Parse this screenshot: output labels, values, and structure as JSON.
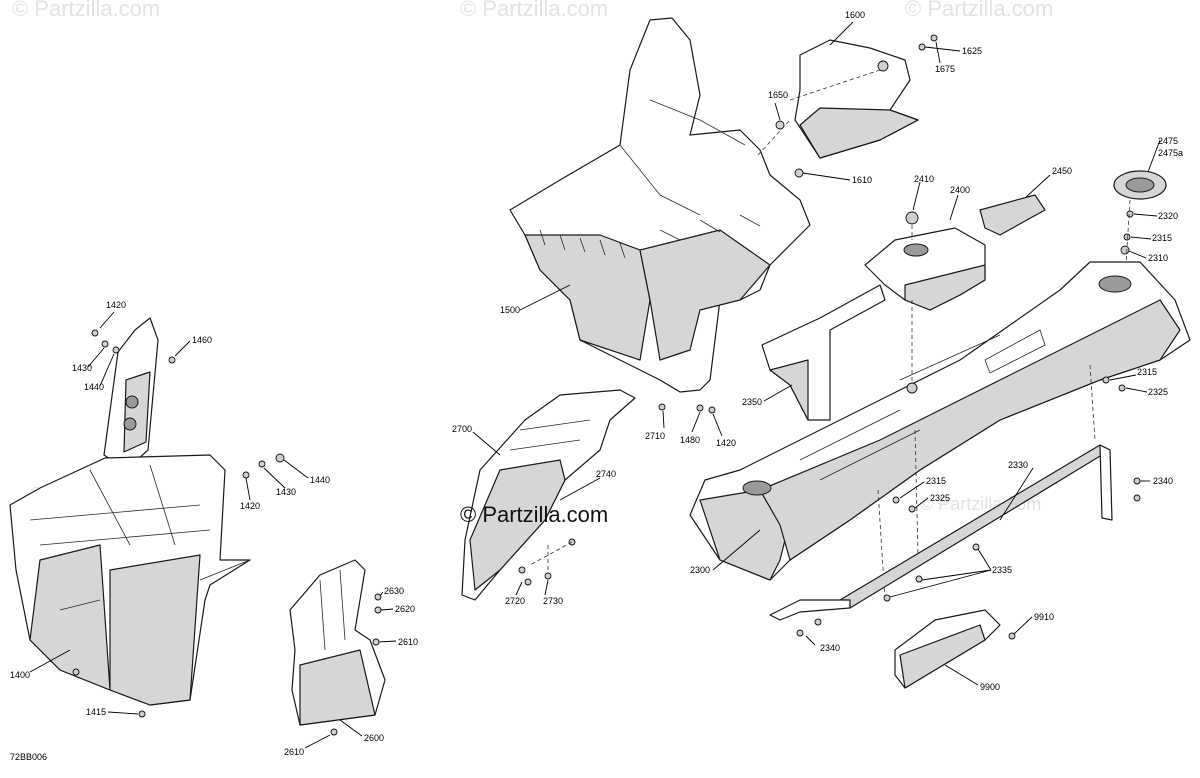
{
  "watermark": {
    "text": "© Partzilla.com",
    "logo": "© Partzilla.com"
  },
  "diagram_code": "72BB006",
  "callouts": [
    "1400",
    "1415",
    "1420",
    "1430",
    "1440",
    "1460",
    "1420",
    "1430",
    "1440",
    "2630",
    "2620",
    "2610",
    "2600",
    "2610",
    "1500",
    "1600",
    "1625",
    "1675",
    "1650",
    "1610",
    "2710",
    "1480",
    "1420",
    "2700",
    "2740",
    "2720",
    "2730",
    "2410",
    "2400",
    "2450",
    "2475",
    "2475a",
    "2320",
    "2315",
    "2310",
    "2350",
    "2315",
    "2325",
    "2330",
    "2340",
    "2315",
    "2325",
    "2335",
    "2300",
    "2340",
    "9910",
    "9900"
  ]
}
